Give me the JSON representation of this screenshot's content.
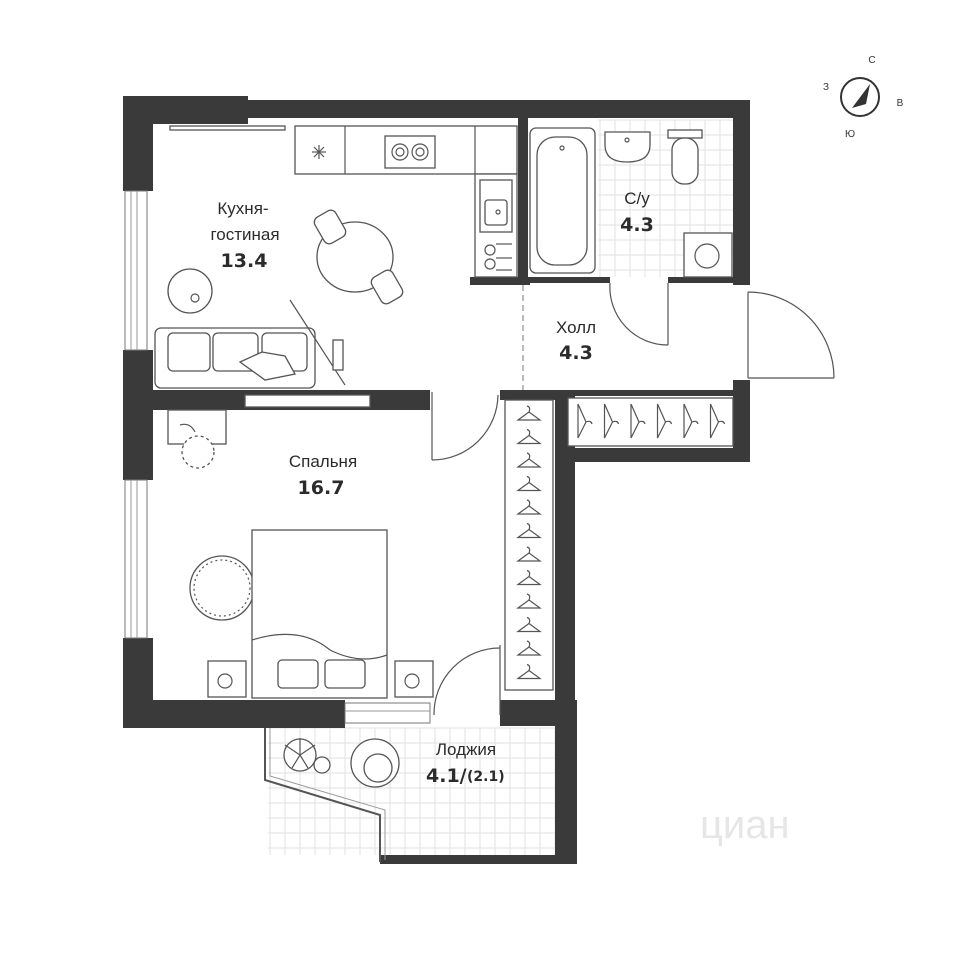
{
  "plan": {
    "rooms": {
      "kitchen": {
        "name_line1": "Кухня-",
        "name_line2": "гостиная",
        "area": "13.4"
      },
      "bathroom": {
        "name": "С/у",
        "area": "4.3"
      },
      "hall": {
        "name": "Холл",
        "area": "4.3"
      },
      "bedroom": {
        "name": "Спальня",
        "area": "16.7"
      },
      "loggia": {
        "name": "Лоджия",
        "area": "4.1/",
        "area_reduced": "(2.1)"
      }
    },
    "compass": {
      "north": "С",
      "east": "В",
      "south": "Ю",
      "west": "З"
    },
    "watermark": "циан",
    "colors": {
      "wall": "#3a3a3a",
      "line": "#555555",
      "tile": "#e2e2e2",
      "text": "#2b2b2b"
    }
  }
}
